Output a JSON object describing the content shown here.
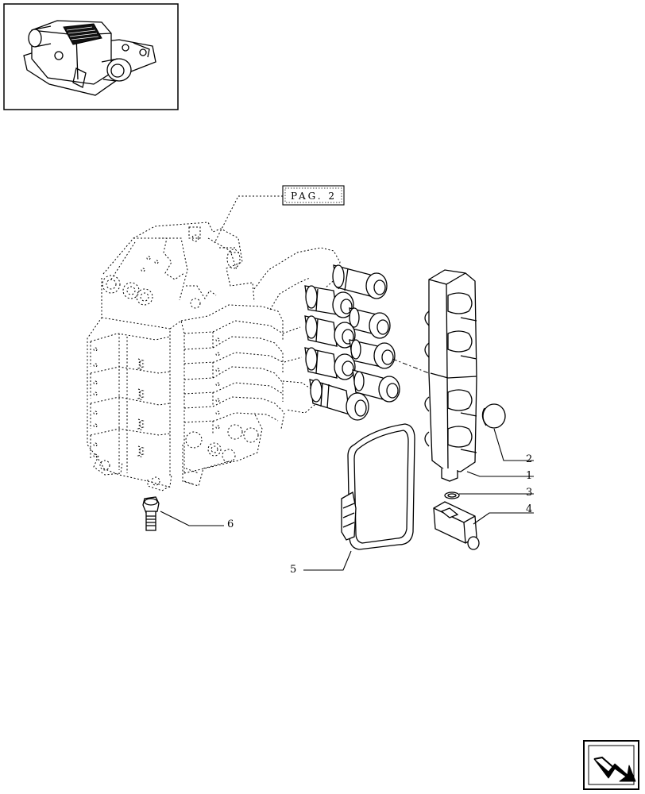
{
  "reference_tag": "PAG. 2",
  "callouts": [
    {
      "id": "1",
      "label": "1"
    },
    {
      "id": "2",
      "label": "2"
    },
    {
      "id": "3",
      "label": "3"
    },
    {
      "id": "4",
      "label": "4"
    },
    {
      "id": "5",
      "label": "5"
    },
    {
      "id": "6",
      "label": "6"
    }
  ],
  "icons": {
    "thumbnail": "valve-assembly-thumbnail-icon",
    "navigation": "next-page-arrow-icon"
  }
}
